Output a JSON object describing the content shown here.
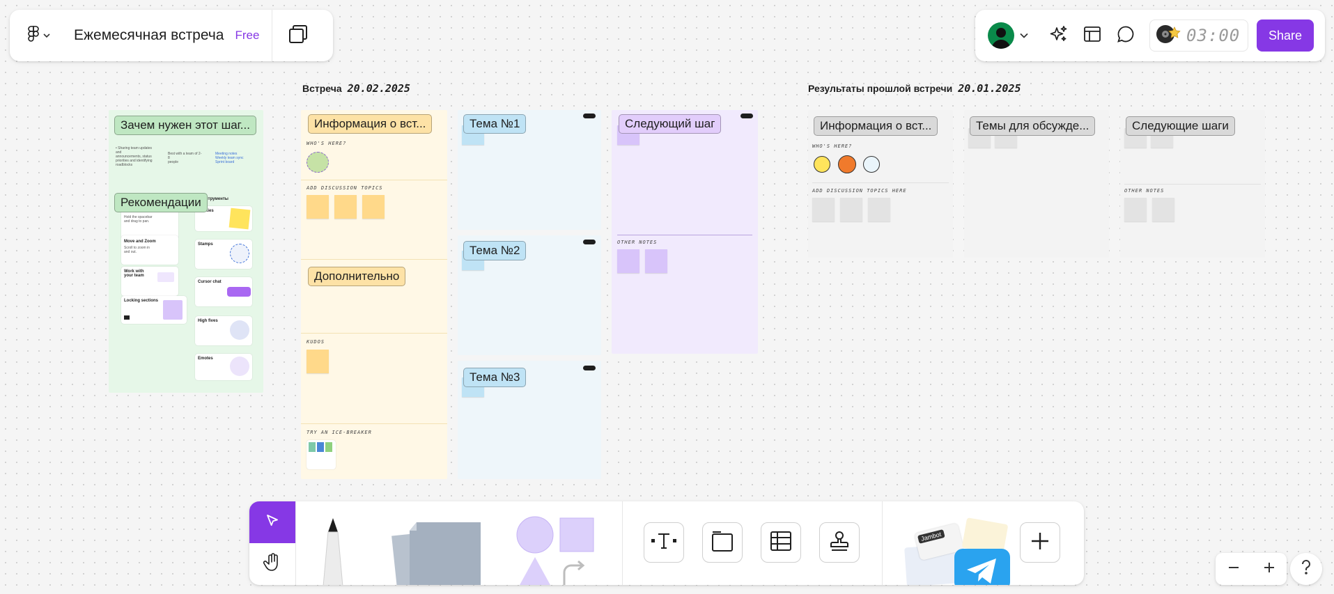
{
  "header": {
    "file_title": "Ежемесячная встреча",
    "plan_badge": "Free",
    "timer": "03:00",
    "share_label": "Share"
  },
  "canvas": {
    "meeting_section": {
      "label": "Встреча",
      "date": "20.02.2025"
    },
    "previous_section": {
      "label": "Результаты прошлой встречи",
      "date": "20.01.2025"
    },
    "guide": {
      "why_tag": "Зачем нужен этот шаг...",
      "recommend_tag": "Рекомендации",
      "tools_title": "е инструменты",
      "move_zoom": "Move and Zoom",
      "work_team": "Work with your team",
      "locking": "Locking sections",
      "stickies": "Stickies",
      "stamps": "Stamps",
      "cursor_chat": "Cursor chat",
      "high_fives": "High fives",
      "emotes": "Emotes"
    },
    "meeting": {
      "info_tag": "Информация о вст...",
      "whos_here": "WHO'S HERE?",
      "add_topics": "ADD DISCUSSION TOPICS",
      "extra_tag": "Дополнительно",
      "kudos": "KUDOS",
      "icebreaker": "TRY AN ICE-BREAKER",
      "topic1_tag": "Тема №1",
      "topic2_tag": "Тема №2",
      "topic3_tag": "Тема №3",
      "next_tag": "Следующий шаг",
      "other_notes": "OTHER NOTES"
    },
    "previous": {
      "info_tag": "Информация о вст...",
      "whos_here": "WHO'S HERE?",
      "add_topics": "ADD DISCUSSION TOPICS HERE",
      "topics_tag": "Темы для обсужде...",
      "next_tag": "Следующие шаги",
      "other_notes": "OTHER NOTES"
    }
  },
  "toolbar": {
    "widget_badge": "Jambot"
  },
  "colors": {
    "accent": "#8638e5",
    "guide_bg": "#e6f7e8",
    "meeting_bg": "#fff8e6",
    "topics_bg": "#eef6fa",
    "next_bg": "#f1eafd",
    "prev_bg": "#f3f3f3"
  }
}
